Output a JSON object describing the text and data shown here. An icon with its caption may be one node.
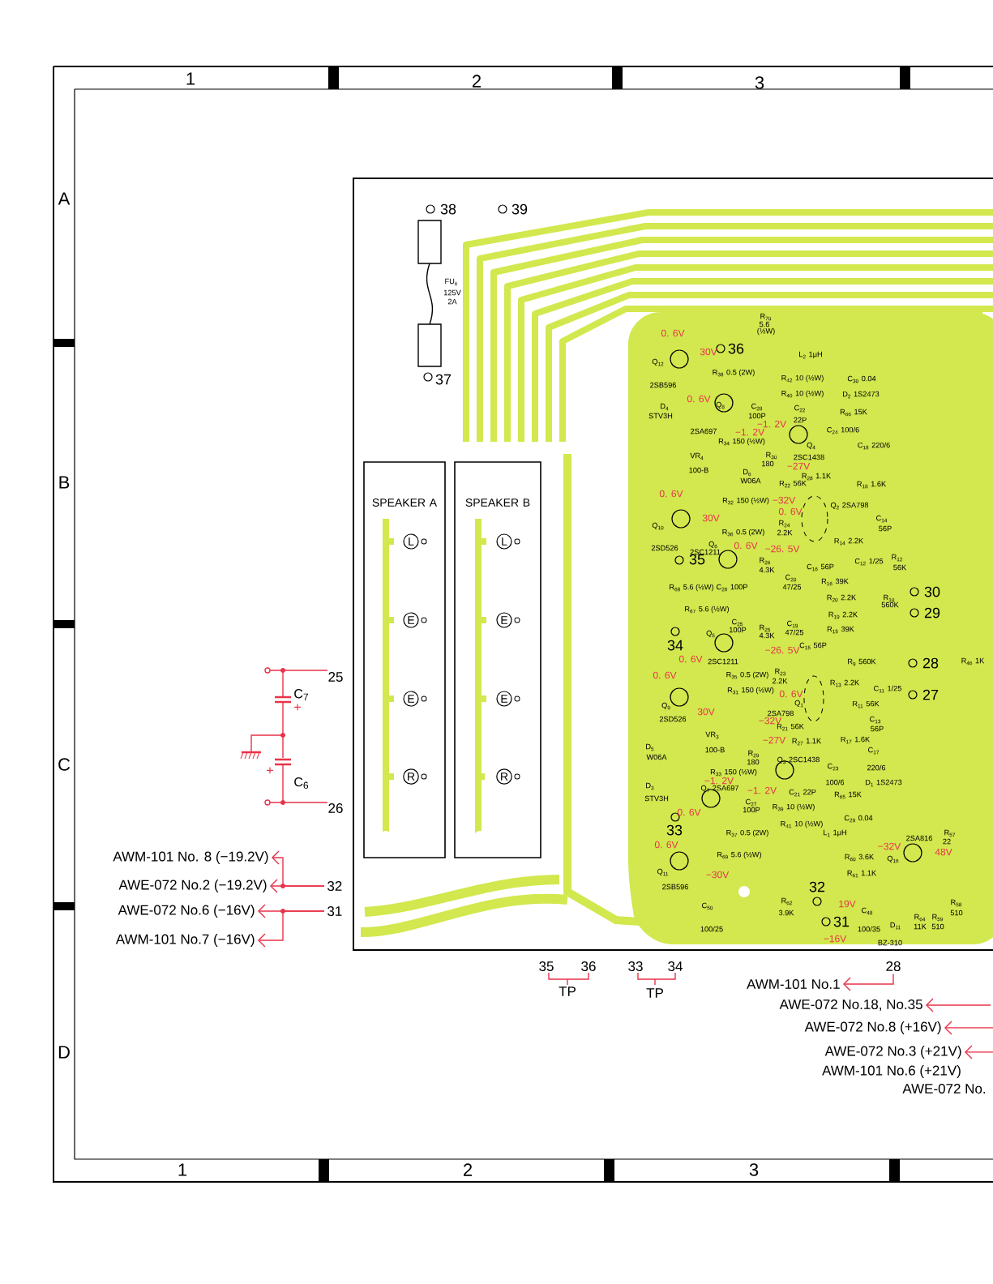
{
  "diagram": {
    "nodes": [
      {
        "text": [
          "SPEAKER A"
        ]
      },
      {
        "text": [
          "L"
        ],
        "in": 0
      },
      {
        "text": [
          "E"
        ],
        "in": 0
      },
      {
        "text": [
          "E"
        ],
        "in": 0
      },
      {
        "text": [
          "R"
        ],
        "in": 0
      },
      {
        "text": [
          "SPEAKER B"
        ]
      },
      {
        "text": [
          "L"
        ],
        "in": 5
      },
      {
        "text": [
          "E"
        ],
        "in": 5
      },
      {
        "text": [
          "E"
        ],
        "in": 5
      },
      {
        "text": [
          "R"
        ],
        "in": 5
      },
      {
        "text": [
          "32"
        ]
      },
      {
        "text": [
          "31"
        ]
      },
      {
        "text": [
          "AWM-101 No. 8 (−19.2V)"
        ]
      },
      {
        "text": [
          "AWE-072 No.2 (−19.2V)"
        ]
      },
      {
        "text": [
          "AWE-072 No.6 (−16V)"
        ]
      },
      {
        "text": [
          "AWM-101 No.7 (−16V)"
        ]
      },
      {
        "text": [
          "28"
        ]
      },
      {
        "text": [
          "AWM-101 No.1"
        ]
      },
      {
        "text": [
          "AWE-072 No.18, No.35"
        ]
      },
      {
        "text": [
          "AWE-072 No.8 (+16V)"
        ]
      },
      {
        "text": [
          "AWE-072 No.3 (+21V)"
        ]
      }
    ],
    "edges": [
      {
        "from": 10,
        "to": 12,
        "arrow": "to"
      },
      {
        "from": 10,
        "to": 13,
        "arrow": "to"
      },
      {
        "from": 11,
        "to": 14,
        "arrow": "to"
      },
      {
        "from": 11,
        "to": 15,
        "arrow": "to"
      },
      {
        "from": 16,
        "to": 17,
        "arrow": "to"
      },
      {
        "from": null,
        "to": 18,
        "arrow": "to"
      },
      {
        "from": null,
        "to": 19,
        "arrow": "to"
      },
      {
        "from": null,
        "to": 20,
        "arrow": "to"
      }
    ],
    "labels": [
      "1",
      "2",
      "3",
      "A",
      "B",
      "C",
      "D",
      "1",
      "2",
      "3",
      "25",
      "C$_{7}$",
      "+",
      "+",
      "C$_{6}$",
      "26",
      "35",
      "36",
      "TP",
      "33",
      "34",
      "TP",
      "AWM-101 No.6 (+21V)",
      "AWE-072 No.",
      "38",
      "39",
      "37",
      "36",
      "35",
      "34",
      "33",
      "32",
      "31",
      "30",
      "29",
      "28",
      "27",
      "FU$_{6}$",
      "125V",
      "2A",
      "0. 6V",
      "Q$_{12}$",
      "30V",
      "R$_{70}$",
      "5.6",
      "(½W)",
      "2SB596",
      "R$_{38}$ 0.5 (2W)",
      "L$_{2}$ 1μH",
      "R$_{42}$ 10 (½W)",
      "C$_{30}$ 0.04",
      "R$_{40}$ 10 (½W)",
      "D$_{2}$ 1S2473",
      "D$_{4}$",
      "STV3H",
      "0. 6V",
      "Q$_{8}$",
      "C$_{28}$",
      "100P",
      "C$_{22}$",
      "22P",
      "R$_{66}$ 15K",
      "−1. 2V",
      "2SA697",
      "−1. 2V",
      "R$_{34}$ 150 (½W)",
      "C$_{24}$ 100/6",
      "Q$_{4}$",
      "C$_{18}$ 220/6",
      "VR$_{4}$",
      "100-B",
      "R$_{30}$",
      "180",
      "2SC1438",
      "−27V",
      "D$_{6}$",
      "W06A",
      "R$_{28}$ 1.1K",
      "R$_{22}$ 56K",
      "R$_{18}$ 1.6K",
      "0. 6V",
      "R$_{32}$ 150 (½W)",
      "−32V",
      "Q$_{2}$ 2SA798",
      "0. 6V",
      "Q$_{10}$",
      "30V",
      "R$_{24}$",
      "C$_{14}$",
      "R$_{36}$ 0.5 (2W)",
      "2.2K",
      "56P",
      "R$_{14}$ 2.2K",
      "2SD526",
      "Q$_{6}$",
      "2SC1211",
      "0. 6V",
      "−26. 5V",
      "C$_{12}$ 1/25",
      "R$_{12}$",
      "56K",
      "R$_{26}$",
      "4.3K",
      "C$_{16}$ 56P",
      "C$_{20}$",
      "47/25",
      "R$_{16}$ 39K",
      "R$_{68}$ 5.6 (½W)",
      "C$_{26}$ 100P",
      "R$_{20}$ 2.2K",
      "R$_{10}$",
      "R$_{67}$ 5.6 (½W)",
      "560K",
      "R$_{19}$ 2.2K",
      "C$_{25}$",
      "100P",
      "R$_{25}$",
      "4.3K",
      "C$_{19}$",
      "47/25",
      "R$_{15}$ 39K",
      "Q$_{5}$",
      "−26. 5V",
      "C$_{15}$ 56P",
      "0. 6V",
      "2SC1211",
      "R$_{9}$ 560K",
      "R$_{46}$ 1K",
      "0. 6V",
      "R$_{35}$ 0.5 (2W)",
      "R$_{23}$",
      "2.2K",
      "R$_{13}$ 2.2K",
      "C$_{11}$ 1/25",
      "Q$_{9}$",
      "R$_{31}$ 150 (½W)",
      "0. 6V",
      "Q$_{1}$",
      "30V",
      "2SD526",
      "2SA798",
      "R$_{11}$ 56K",
      "−32V",
      "C$_{13}$",
      "R$_{21}$ 56K",
      "56P",
      "−27V",
      "R$_{17}$ 1.6K",
      "VR$_{3}$",
      "100-B",
      "R$_{27}$ 1.1K",
      "D$_{5}$",
      "W06A",
      "C$_{17}$",
      "220/6",
      "R$_{29}$",
      "180",
      "Q$_{3}$ 2SC1438",
      "R$_{33}$ 150 (½W)",
      "−1. 2V",
      "C$_{23}$",
      "100/6",
      "Q$_{7}$ 2SA697",
      "−1. 2V",
      "D$_{1}$ 1S2473",
      "D$_{3}$",
      "STV3H",
      "C$_{21}$ 22P",
      "R$_{65}$ 15K",
      "C$_{27}$",
      "100P",
      "R$_{39}$ 10 (½W)",
      "0. 6V",
      "C$_{29}$ 0.04",
      "R$_{41}$ 10 (½W)",
      "R$_{37}$ 0.5 (2W)",
      "L$_{1}$ 1μH",
      "0. 6V",
      "−32V",
      "2SA816",
      "R$_{57}$",
      "22",
      "Q$_{16}$",
      "48V",
      "R$_{69}$ 5.6 (½W)",
      "R$_{60}$ 3.6K",
      "Q$_{11}$",
      "−30V",
      "R$_{61}$ 1.1K",
      "2SB596",
      "C$_{50}$",
      "R$_{62}$",
      "19V",
      "3.9K",
      "R$_{58}$",
      "510",
      "100/25",
      "C$_{48}$",
      "100/35",
      "D$_{11}$",
      "R$_{64}$",
      "11K",
      "R$_{59}$",
      "510",
      "−16V",
      "BZ-310"
    ]
  }
}
